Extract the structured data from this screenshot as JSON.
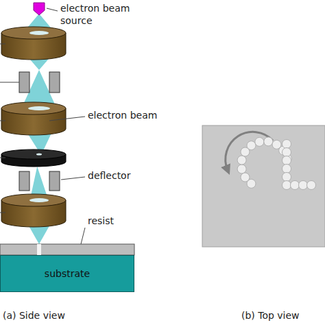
{
  "diagram": {
    "nodes": [
      {
        "text": [
          "substrate"
        ]
      }
    ],
    "labels": [
      "electron beam source",
      "electron beam",
      "deflector",
      "resist",
      "(a) Side view",
      "(b) Top view"
    ]
  }
}
